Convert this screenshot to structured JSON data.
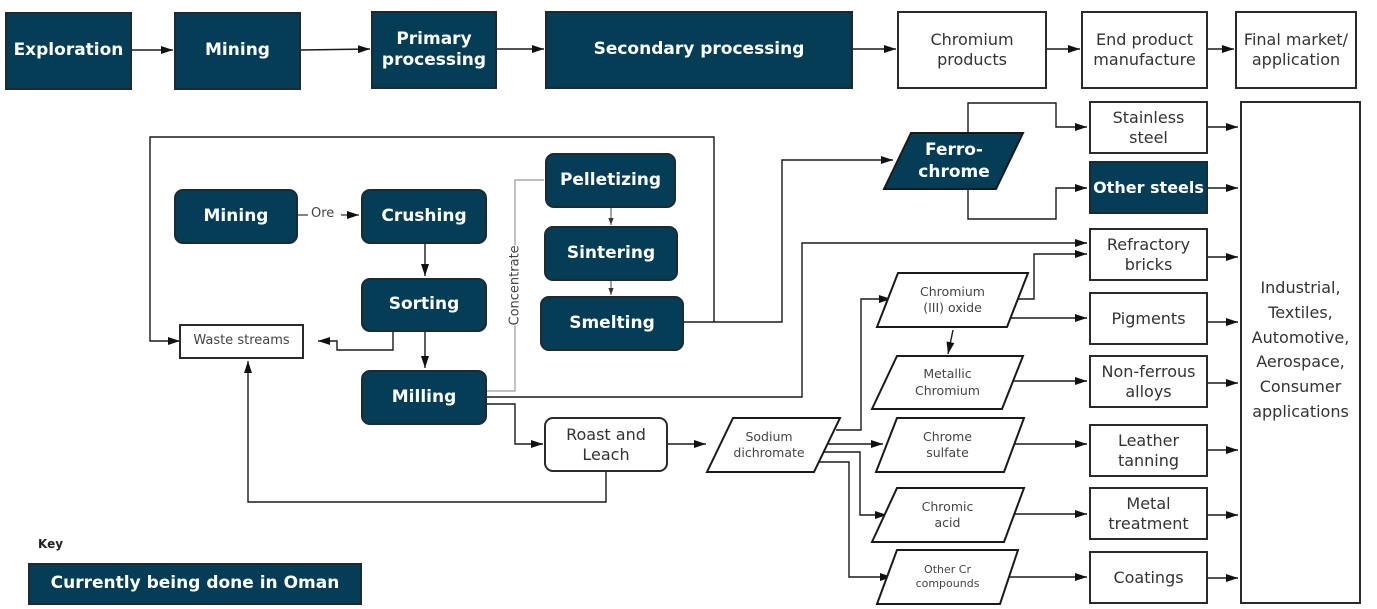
{
  "top_row": [
    {
      "label": "Exploration",
      "in_oman": true
    },
    {
      "label": "Mining",
      "in_oman": true
    },
    {
      "label": "Primary processing",
      "in_oman": true
    },
    {
      "label": "Secondary processing",
      "in_oman": true
    },
    {
      "label": "Chromium products",
      "in_oman": false
    },
    {
      "label": "End product manufacture",
      "in_oman": false
    },
    {
      "label": "Final market/ application",
      "in_oman": false
    }
  ],
  "processing": {
    "mining": "Mining",
    "ore_label": "Ore",
    "crushing": "Crushing",
    "sorting": "Sorting",
    "milling": "Milling",
    "waste_streams": "Waste streams",
    "concentrate_label": "Concentrate",
    "pelletizing": "Pelletizing",
    "sintering": "Sintering",
    "smelting": "Smelting",
    "roast_and_leach": "Roast and Leach"
  },
  "chromium_products": {
    "ferrochrome": "Ferro-chrome",
    "sodium_dichromate": "Sodium dichromate",
    "chromium_iii_oxide": "Chromium (III) oxide",
    "metallic_chromium": "Metallic Chromium",
    "chrome_sulfate": "Chrome sulfate",
    "chromic_acid": "Chromic acid",
    "other_cr_compounds": "Other Cr compounds"
  },
  "end_products": [
    {
      "label": "Stainless steel",
      "in_oman": false
    },
    {
      "label": "Other steels",
      "in_oman": true
    },
    {
      "label": "Refractory bricks",
      "in_oman": false
    },
    {
      "label": "Pigments",
      "in_oman": false
    },
    {
      "label": "Non-ferrous alloys",
      "in_oman": false
    },
    {
      "label": "Leather tanning",
      "in_oman": false
    },
    {
      "label": "Metal treatment",
      "in_oman": false
    },
    {
      "label": "Coatings",
      "in_oman": false
    }
  ],
  "final_market": "Industrial, Textiles, Automotive, Aerospace, Consumer applications",
  "key": {
    "title": "Key",
    "legend_label": "Currently being done in Oman",
    "legend_color": "#053d57"
  },
  "colors": {
    "dark_fill": "#053d57",
    "line": "#1a1a1a",
    "concentrate_line": "#9a9a9a"
  }
}
